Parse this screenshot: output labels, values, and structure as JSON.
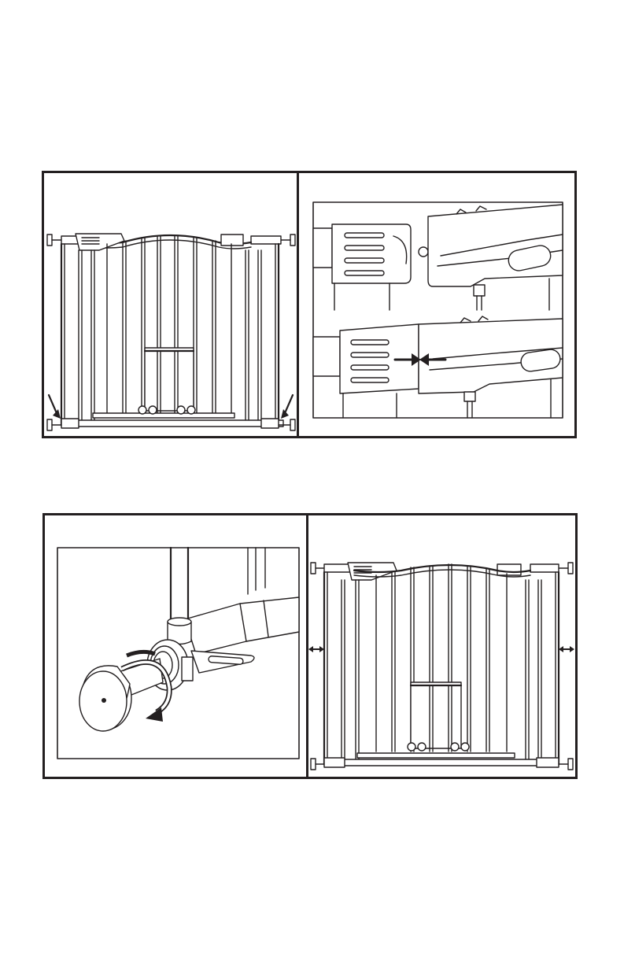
{
  "figure_1": {
    "left_panel": "gate-front-view-with-down-arrows",
    "right_panel": "latch-closeup-before-and-after-alignment"
  },
  "figure_2": {
    "left_panel": "pressure-spindle-rotation-closeup",
    "right_panel": "gate-front-view-with-side-expansion-arrows"
  },
  "colors": {
    "line": "#231f20",
    "background": "#ffffff"
  }
}
